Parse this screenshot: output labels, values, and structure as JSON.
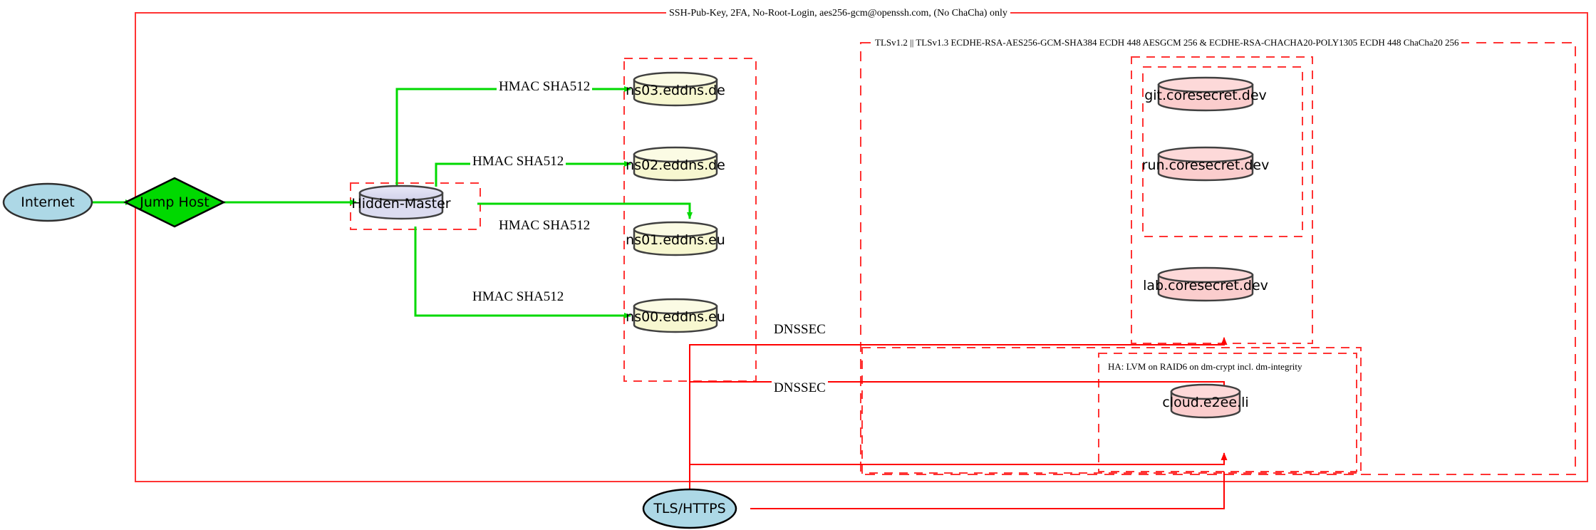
{
  "diagram": {
    "title_outer": "SSH-Pub-Key, 2FA, No-Root-Login, aes256-gcm@openssh.com, (No ChaCha) only",
    "clusters": [
      {
        "id": "outer",
        "label": "SSH-Pub-Key, 2FA, No-Root-Login, aes256-gcm@openssh.com, (No ChaCha) only",
        "style": "solid",
        "color": "#ff3333"
      },
      {
        "id": "tls",
        "label": "TLSv1.2 || TLSv1.3 ECDHE-RSA-AES256-GCM-SHA384 ECDH 448 AESGCM 256 & ECDHE-RSA-CHACHA20-POLY1305 ECDH 448 ChaCha20 256",
        "style": "dashed",
        "color": "#ff3333"
      },
      {
        "id": "ha",
        "label": "HA: LVM on RAID6 on dm-crypt incl. dm-integrity",
        "style": "dashed",
        "color": "#ff3333"
      },
      {
        "id": "hidden-master-box",
        "label": "",
        "style": "dashed",
        "color": "#ff3333"
      },
      {
        "id": "ns-box",
        "label": "",
        "style": "dashed",
        "color": "#ff3333"
      },
      {
        "id": "coresecret-box",
        "label": "",
        "style": "dashed",
        "color": "#ff3333"
      },
      {
        "id": "coresecret-inner-box",
        "label": "",
        "style": "dashed",
        "color": "#ff3333"
      },
      {
        "id": "dnssec-box",
        "label": "",
        "style": "dashed",
        "color": "#ff3333"
      }
    ],
    "nodes": [
      {
        "id": "internet",
        "label": "Internet",
        "shape": "ellipse",
        "fill": "#add8e6",
        "stroke": "#2f2f2f"
      },
      {
        "id": "jumphost",
        "label": "Jump Host",
        "shape": "diamond",
        "fill": "#00d900",
        "stroke": "#000000"
      },
      {
        "id": "hidden",
        "label": "Hidden-Master",
        "shape": "cylinder",
        "fill": "#dcdcf0",
        "stroke": "#404040"
      },
      {
        "id": "ns03",
        "label": "ns03.eddns.de",
        "shape": "cylinder",
        "fill": "#f7f7d0",
        "stroke": "#404040"
      },
      {
        "id": "ns02",
        "label": "ns02.eddns.de",
        "shape": "cylinder",
        "fill": "#f7f7d0",
        "stroke": "#404040"
      },
      {
        "id": "ns01",
        "label": "ns01.eddns.eu",
        "shape": "cylinder",
        "fill": "#f7f7d0",
        "stroke": "#404040"
      },
      {
        "id": "ns00",
        "label": "ns00.eddns.eu",
        "shape": "cylinder",
        "fill": "#f7f7d0",
        "stroke": "#404040"
      },
      {
        "id": "git",
        "label": "git.coresecret.dev",
        "shape": "cylinder",
        "fill": "#fbcdcd",
        "stroke": "#404040"
      },
      {
        "id": "run",
        "label": "run.coresecret.dev",
        "shape": "cylinder",
        "fill": "#fbcdcd",
        "stroke": "#404040"
      },
      {
        "id": "lab",
        "label": "lab.coresecret.dev",
        "shape": "cylinder",
        "fill": "#fbcdcd",
        "stroke": "#404040"
      },
      {
        "id": "cloud",
        "label": "cloud.e2ee.li",
        "shape": "cylinder",
        "fill": "#fbcdcd",
        "stroke": "#404040"
      },
      {
        "id": "tlshttps",
        "label": "TLS/HTTPS",
        "shape": "ellipse",
        "fill": "#add8e6",
        "stroke": "#000000"
      }
    ],
    "edges": [
      {
        "from": "internet",
        "to": "jumphost",
        "label": "",
        "color": "#00d900"
      },
      {
        "from": "jumphost",
        "to": "hidden",
        "label": "",
        "color": "#00d900"
      },
      {
        "from": "hidden",
        "to": "ns03",
        "label": "HMAC SHA512",
        "color": "#00d900"
      },
      {
        "from": "hidden",
        "to": "ns02",
        "label": "HMAC SHA512",
        "color": "#00d900"
      },
      {
        "from": "hidden",
        "to": "ns01",
        "label": "HMAC SHA512",
        "color": "#00d900"
      },
      {
        "from": "hidden",
        "to": "ns00",
        "label": "HMAC SHA512",
        "color": "#00d900"
      },
      {
        "from": "tlshttps",
        "to": "coresecret-box",
        "label": "DNSSEC",
        "color": "#ff0000"
      },
      {
        "from": "tlshttps",
        "to": "ha",
        "label": "DNSSEC",
        "color": "#ff0000"
      }
    ],
    "edge_labels": {
      "hmac": "HMAC SHA512",
      "dnssec": "DNSSEC"
    },
    "colors": {
      "green_edge": "#00d900",
      "red_edge": "#ff0000",
      "cluster_red": "#ff3333",
      "ellipse_blue": "#add8e6",
      "diamond_green": "#00d900",
      "cyl_yellow": "#f7f7d0",
      "cyl_pink": "#fbcdcd",
      "cyl_lavender": "#dcdcf0"
    }
  }
}
